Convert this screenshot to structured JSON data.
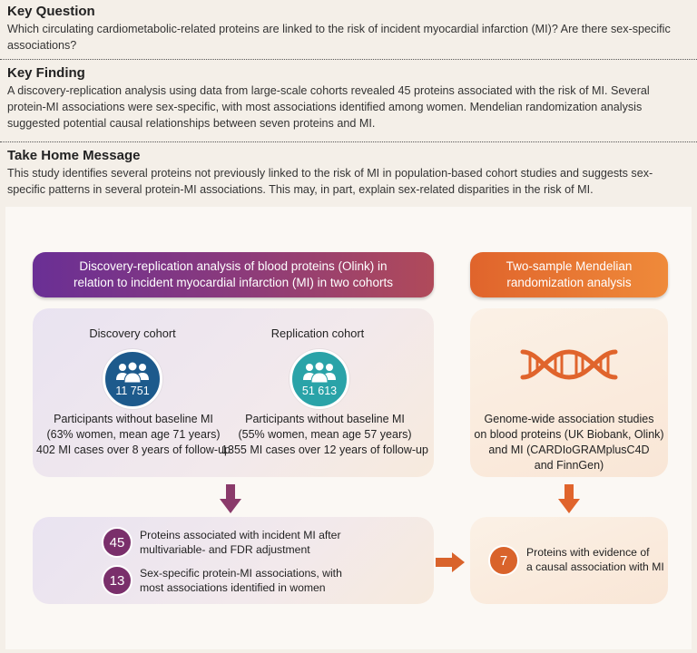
{
  "key_question": {
    "title": "Key Question",
    "body": "Which circulating cardiometabolic-related proteins are linked to the risk of incident myocardial infarction (MI)? Are there sex-specific associations?"
  },
  "key_finding": {
    "title": "Key Finding",
    "body": "A discovery-replication analysis using data from large-scale cohorts revealed 45 proteins associated with the risk of MI. Several protein-MI associations were sex-specific, with most associations identified among women. Mendelian randomization analysis suggested potential causal relationships between seven proteins and MI."
  },
  "take_home": {
    "title": "Take Home Message",
    "body": "This study identifies several proteins not previously linked to the risk of MI in population-based cohort studies and suggests sex-specific patterns in several protein-MI associations. This may, in part, explain sex-related disparities in the risk of MI."
  },
  "diagram": {
    "left_header": "Discovery-replication analysis of blood proteins (Olink) in relation to incident myocardial infarction (MI) in two cohorts",
    "right_header": "Two-sample Mendelian randomization analysis",
    "discovery": {
      "title": "Discovery cohort",
      "count": "11 751",
      "line1": "Participants without baseline MI",
      "line2": "(63% women, mean age 71 years)",
      "line3": "402 MI cases over 8 years of follow-up"
    },
    "replication": {
      "title": "Replication cohort",
      "count": "51 613",
      "line1": "Participants without baseline MI",
      "line2": "(55% women, mean age 57 years)",
      "line3": "1355 MI cases over 12 years of follow-up"
    },
    "mr": {
      "line1": "Genome-wide association studies",
      "line2": "on blood proteins (UK Biobank, Olink)",
      "line3": "and MI (CARDIoGRAMplusC4D",
      "line4": "and FinnGen)"
    },
    "result1": {
      "num": "45",
      "line1": "Proteins associated with incident MI after",
      "line2": "multivariable- and FDR adjustment"
    },
    "result2": {
      "num": "13",
      "line1": "Sex-specific protein-MI associations, with",
      "line2": "most associations identified in women"
    },
    "result3": {
      "num": "7",
      "line1": "Proteins with evidence of",
      "line2": "a causal association with MI"
    },
    "colors": {
      "purple": "#6a2f95",
      "orange": "#e0642c",
      "blue": "#1d5a8c",
      "teal": "#2aa3a8",
      "result_purple": "#7a2f6b"
    },
    "icons": [
      "people-group-icon",
      "dna-icon",
      "arrow-down-icon",
      "arrow-right-icon"
    ]
  }
}
